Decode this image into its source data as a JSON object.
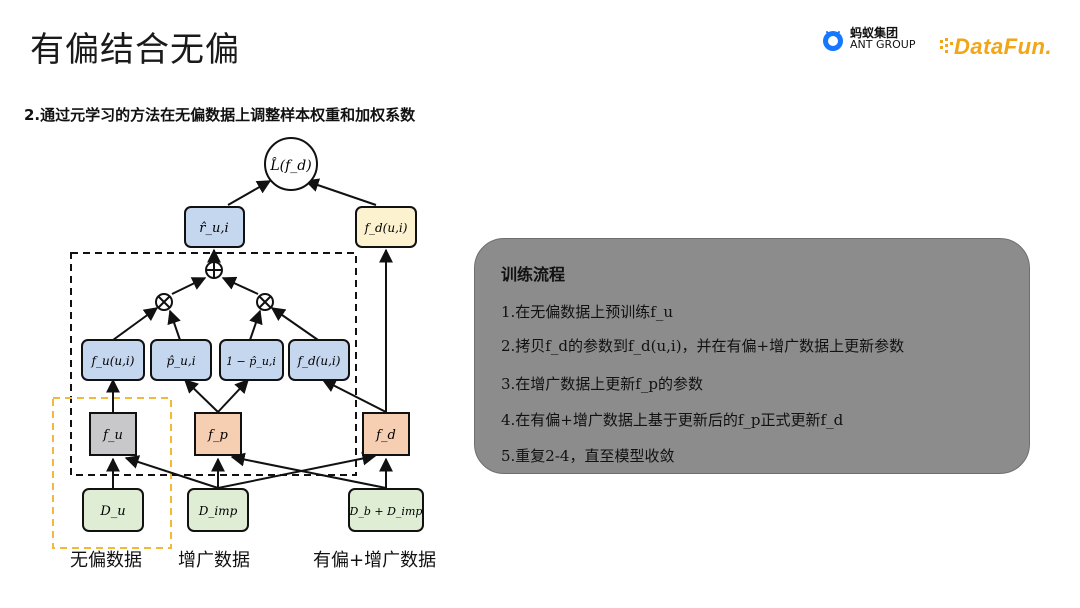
{
  "header": {
    "title": "有偏结合无偏"
  },
  "logos": {
    "ant_cn": "蚂蚁集团",
    "ant_en": "ANT GROUP",
    "datafun": "DataFun."
  },
  "subtitle": "2.通过元学习的方法在无偏数据上调整样本权重和加权系数",
  "diagram": {
    "nodes": {
      "loss": "L̂(f_d)",
      "r_hat": "r̂_u,i",
      "fd_ui_top": "f_d(u,i)",
      "oplus": "⊕",
      "otimes_left": "⊗",
      "otimes_right": "⊗",
      "fu_ui": "f_u(u,i)",
      "p_hat": "p̂_u,i",
      "one_minus_p": "1 − p̂_u,i",
      "fd_ui": "f_d(u,i)",
      "fu": "f_u",
      "fp": "f_p",
      "fd": "f_d",
      "du": "D_u",
      "dimp": "D_imp",
      "db_dimp": "D_b + D_imp"
    },
    "captions": {
      "unbiased": "无偏数据",
      "augmented": "增广数据",
      "biased_aug": "有偏+增广数据"
    },
    "colors": {
      "blue": "#c5d6ef",
      "yellow": "#fdf2cf",
      "gray": "#c8c8cb",
      "orange": "#f6cfb3",
      "green": "#dfedd4",
      "dashed_yellow": "#f0b93a"
    }
  },
  "panel": {
    "title": "训练流程",
    "steps": [
      "1.在无偏数据上预训练f_u",
      "2.拷贝f_d的参数到f_d(u,i)，并在有偏+增广数据上更新参数",
      "3.在增广数据上更新f_p的参数",
      "4.在有偏+增广数据上基于更新后的f_p正式更新f_d",
      "5.重复2-4，直至模型收敛"
    ]
  }
}
